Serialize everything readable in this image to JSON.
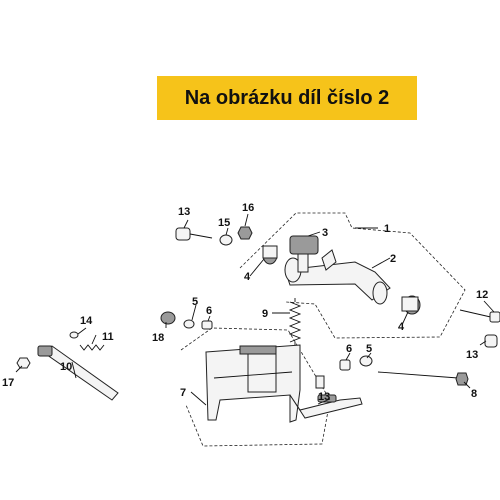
{
  "banner": {
    "text": "Na obrázku díl číslo 2"
  },
  "callouts": [
    "1",
    "2",
    "3",
    "4",
    "4",
    "5",
    "5",
    "6",
    "6",
    "7",
    "8",
    "9",
    "10",
    "11",
    "12",
    "13",
    "13",
    "13",
    "14",
    "15",
    "16",
    "17",
    "18"
  ]
}
